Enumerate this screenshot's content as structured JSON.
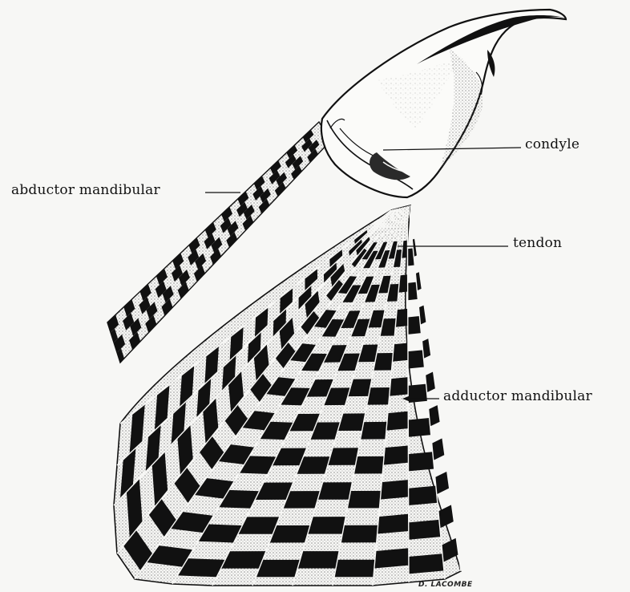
{
  "labels": {
    "abductor": "abductor mandibular",
    "condyle": "condyle",
    "tendon": "tendon",
    "adductor": "adductor mandibular"
  },
  "signature": "D. LACOMBE",
  "colors": {
    "ink": "#111111",
    "paper": "#f7f7f5",
    "stipple": "#8a8a8a"
  }
}
